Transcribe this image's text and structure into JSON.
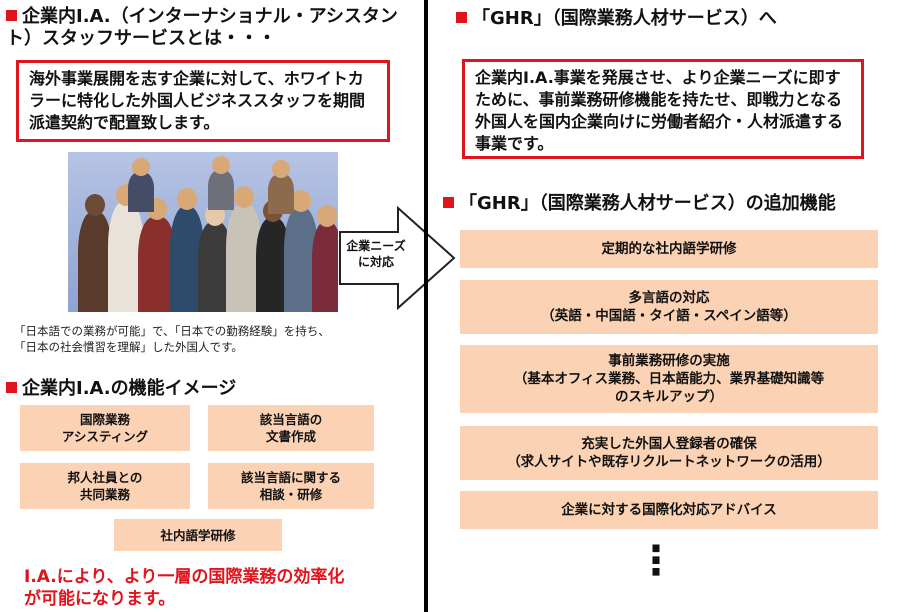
{
  "left": {
    "heading1": "企業内I.A.（インターナショナル・アシスタント）スタッフサービスとは・・・",
    "intro_box": "海外事業展開を志す企業に対して、ホワイトカラーに特化した外国人ビジネススタッフを期間派遣契約で配置致します。",
    "arrow_label": "企業ニーズ\nに対応",
    "caption_line1": "「日本語での業務が可能」で、「日本での勤務経験」を持ち、",
    "caption_line2": "「日本の社会慣習を理解」した外国人です。",
    "heading2": "企業内I.A.の機能イメージ",
    "functions": [
      "国際業務\nアシスティング",
      "該当言語の\n文書作成",
      "邦人社員との\n共同業務",
      "該当言語に関する\n相談・研修",
      "社内語学研修"
    ],
    "conclusion_line1": "I.A.により、より一層の国際業務の効率化",
    "conclusion_line2": "が可能になります。"
  },
  "right": {
    "heading1": "「GHR」（国際業務人材サービス）へ",
    "box_text": "企業内I.A.事業を発展させ、より企業ニーズに即すために、事前業務研修機能を持たせ、即戦力となる外国人を国内企業向けに労働者紹介・人材派遣する事業です。",
    "heading2": "「GHR」（国際業務人材サービス）の追加機能",
    "features": [
      "定期的な社内語学研修",
      "多言語の対応\n（英語・中国語・タイ語・スペイン語等）",
      "事前業務研修の実施\n（基本オフィス業務、日本語能力、業界基礎知識等\nのスキルアップ）",
      "充実した外国人登録者の確保\n（求人サイトや既存リクルートネットワークの活用）",
      "企業に対する国際化対応アドバイス"
    ],
    "ellipsis": "⋮"
  },
  "colors": {
    "accent_red": "#e0141c",
    "box_orange": "#fbd3b4",
    "photo_blue": "#9aaed6"
  }
}
